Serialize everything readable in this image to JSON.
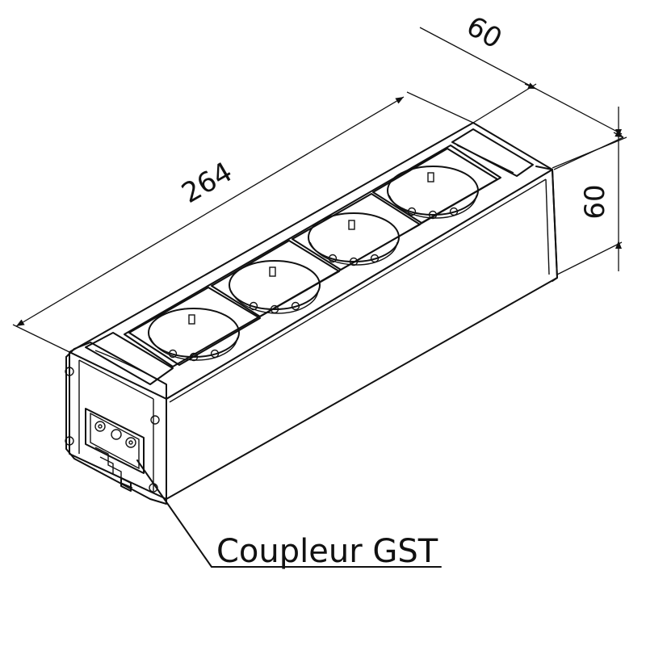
{
  "dimensions": {
    "length": "264",
    "depth": "60",
    "height": "60"
  },
  "callout": {
    "label": "Coupleur GST"
  },
  "outlets": {
    "count": 4
  }
}
